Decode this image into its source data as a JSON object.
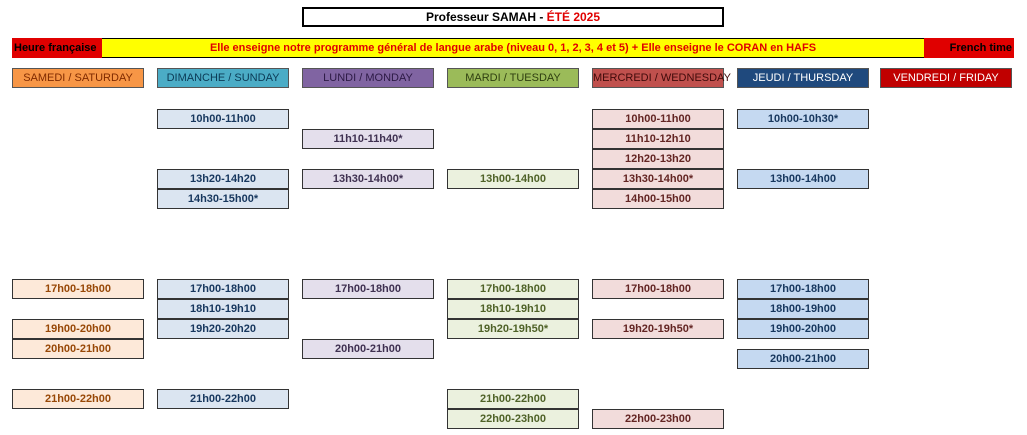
{
  "header": {
    "title_prefix": "Professeur SAMAH - ",
    "title_accent": "ÉTÉ 2025",
    "banner": "Elle enseigne notre programme général de langue arabe (niveau 0, 1, 2, 3, 4 et 5) + Elle enseigne le CORAN en HAFS",
    "left_tag": "Heure française",
    "right_tag": "French time"
  },
  "days": [
    "SAMEDI / SATURDAY",
    "DIMANCHE / SUNDAY",
    "LUNDI / MONDAY",
    "MARDI / TUESDAY",
    "MERCREDI / WEDNESDAY",
    "JEUDI / THURSDAY",
    "VENDREDI / FRIDAY"
  ],
  "slots": {
    "saturday": [
      "17h00-18h00",
      "19h00-20h00",
      "20h00-21h00",
      "21h00-22h00"
    ],
    "sunday": [
      "10h00-11h00",
      "13h20-14h20",
      "14h30-15h00*",
      "17h00-18h00",
      "18h10-19h10",
      "19h20-20h20",
      "21h00-22h00"
    ],
    "monday": [
      "11h10-11h40*",
      "13h30-14h00*",
      "17h00-18h00",
      "20h00-21h00"
    ],
    "tuesday": [
      "13h00-14h00",
      "17h00-18h00",
      "18h10-19h10",
      "19h20-19h50*",
      "21h00-22h00",
      "22h00-23h00"
    ],
    "wednesday": [
      "10h00-11h00",
      "11h10-12h10",
      "12h20-13h20",
      "13h30-14h00*",
      "14h00-15h00",
      "17h00-18h00",
      "19h20-19h50*",
      "22h00-23h00"
    ],
    "thursday": [
      "10h00-10h30*",
      "13h00-14h00",
      "17h00-18h00",
      "18h00-19h00",
      "19h00-20h00",
      "20h00-21h00"
    ]
  },
  "colors": {
    "banner_bg": "#ffff00",
    "banner_text": "#e00000",
    "title_accent": "#e00000"
  }
}
